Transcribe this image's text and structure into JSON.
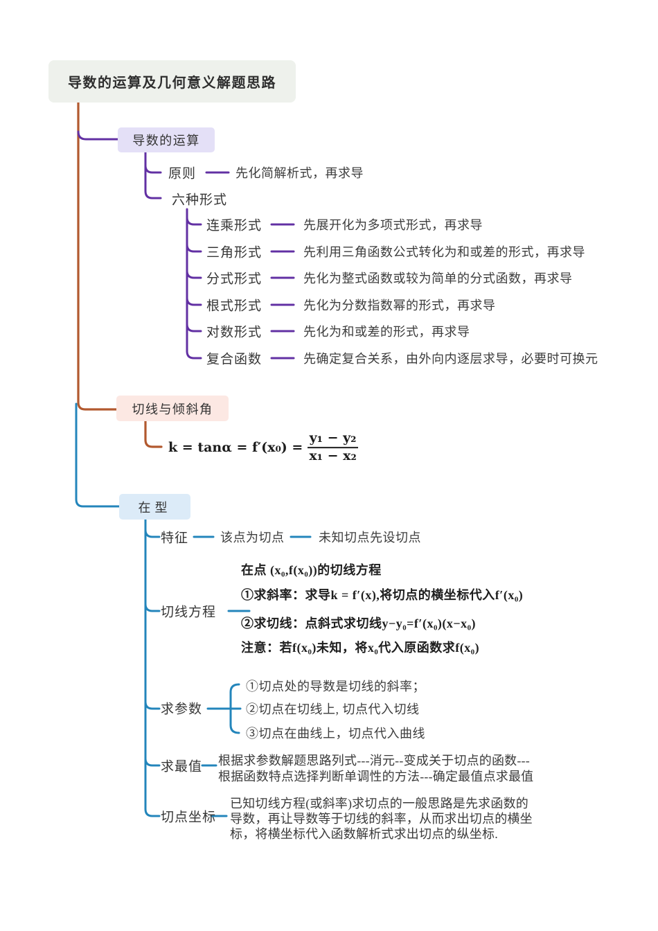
{
  "root": {
    "title": "导数的运算及几何意义解题思路"
  },
  "colors": {
    "branch_derivative_purple": "#6230a3",
    "branch_tangent_brown": "#b2592f",
    "branch_type_blue": "#2385bb",
    "root_bg": "#eef1ec",
    "derivative_bg": "#e4e0f7",
    "tangent_bg": "#fce8e3",
    "type_bg": "#dcebf8",
    "text": "#3a3a3a"
  },
  "branch1": {
    "label": "导数的运算",
    "principle": {
      "label": "原则",
      "desc": "先化简解析式，再求导"
    },
    "forms": {
      "label": "六种形式",
      "items": [
        {
          "label": "连乘形式",
          "desc": "先展开化为多项式形式，再求导"
        },
        {
          "label": "三角形式",
          "desc": "先利用三角函数公式转化为和或差的形式，再求导"
        },
        {
          "label": "分式形式",
          "desc": "先化为整式函数或较为简单的分式函数，再求导"
        },
        {
          "label": "根式形式",
          "desc": "先化为分数指数幂的形式，再求导"
        },
        {
          "label": "对数形式",
          "desc": "先化为和或差的形式，再求导"
        },
        {
          "label": "复合函数",
          "desc": "先确定复合关系，由外向内逐层求导，必要时可换元"
        }
      ]
    }
  },
  "branch2": {
    "label": "切线与倾斜角",
    "formula": {
      "lhs": "k = tanα = f′(x₀) =",
      "numerator": "y₁ − y₂",
      "denominator": "x₁ − x₂"
    }
  },
  "branch3": {
    "label": "在型",
    "feature": {
      "label": "特征",
      "step1": "该点为切点",
      "step2": "未知切点先设切点"
    },
    "tangent_equation": {
      "label": "切线方程",
      "lines": [
        "在点 (x₀,f(x₀))的切线方程",
        "①求斜率：求导k = f′(x),将切点的横坐标代入f′(x₀)",
        "②求切线：点斜式求切线y−y₀=f′(x₀)(x−x₀)",
        "注意：若f(x₀)未知，将x₀代入原函数求f(x₀)"
      ]
    },
    "find_parameter": {
      "label": "求参数",
      "items": [
        "①切点处的导数是切线的斜率；",
        "②切点在切线上, 切点代入切线",
        "③切点在曲线上，切点代入曲线"
      ]
    },
    "find_extremum": {
      "label": "求最值",
      "lines": [
        "根据求参数解题思路列式---消元--变成关于切点的函数---",
        "根据函数特点选择判断单调性的方法---确定最值点求最值"
      ]
    },
    "tangent_point": {
      "label": "切点坐标",
      "lines": [
        "已知切线方程(或斜率)求切点的一般思路是先求函数的",
        "导数，再让导数等于切线的斜率，从而求出切点的横坐",
        "标，将横坐标代入函数解析式求出切点的纵坐标."
      ]
    }
  }
}
